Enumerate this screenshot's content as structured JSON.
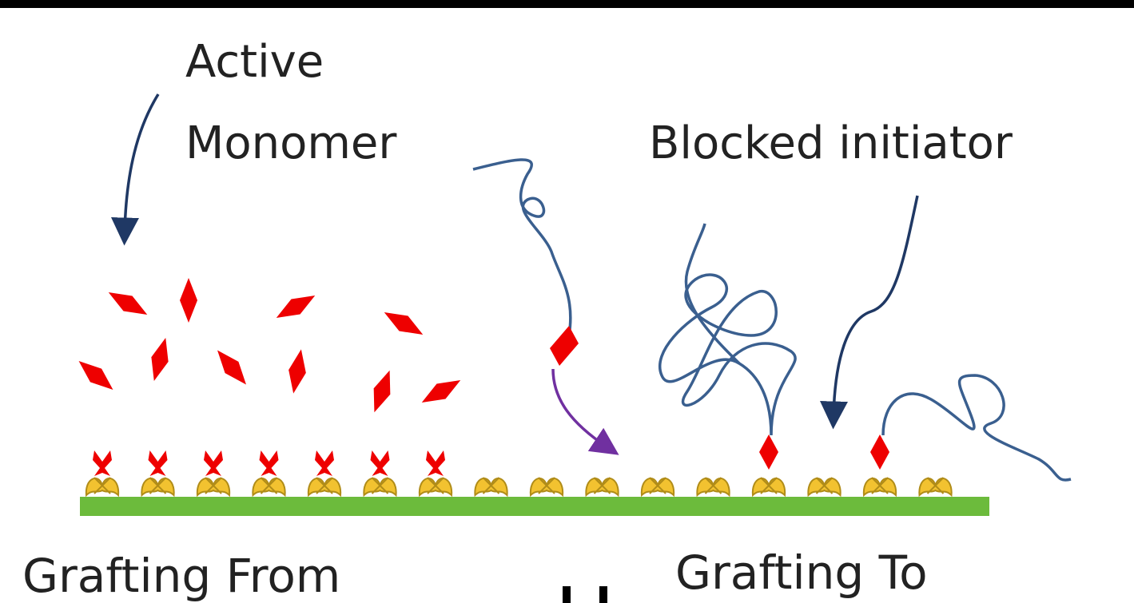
{
  "labels": {
    "active": "Active",
    "monomer": "Monomer",
    "blocked_initiator": "Blocked initiator",
    "grafting_from": "Grafting From",
    "grafting_to": "Grafting To"
  },
  "colors": {
    "monomer": "#ee0000",
    "initiator_site": "#f2c230",
    "initiator_outline": "#b08c18",
    "substrate": "#6cbb3c",
    "polymer_chain": "#3a5f8f",
    "arrow": "#1f3864",
    "reaction_arrow": "#7030a0",
    "text": "#222222"
  }
}
